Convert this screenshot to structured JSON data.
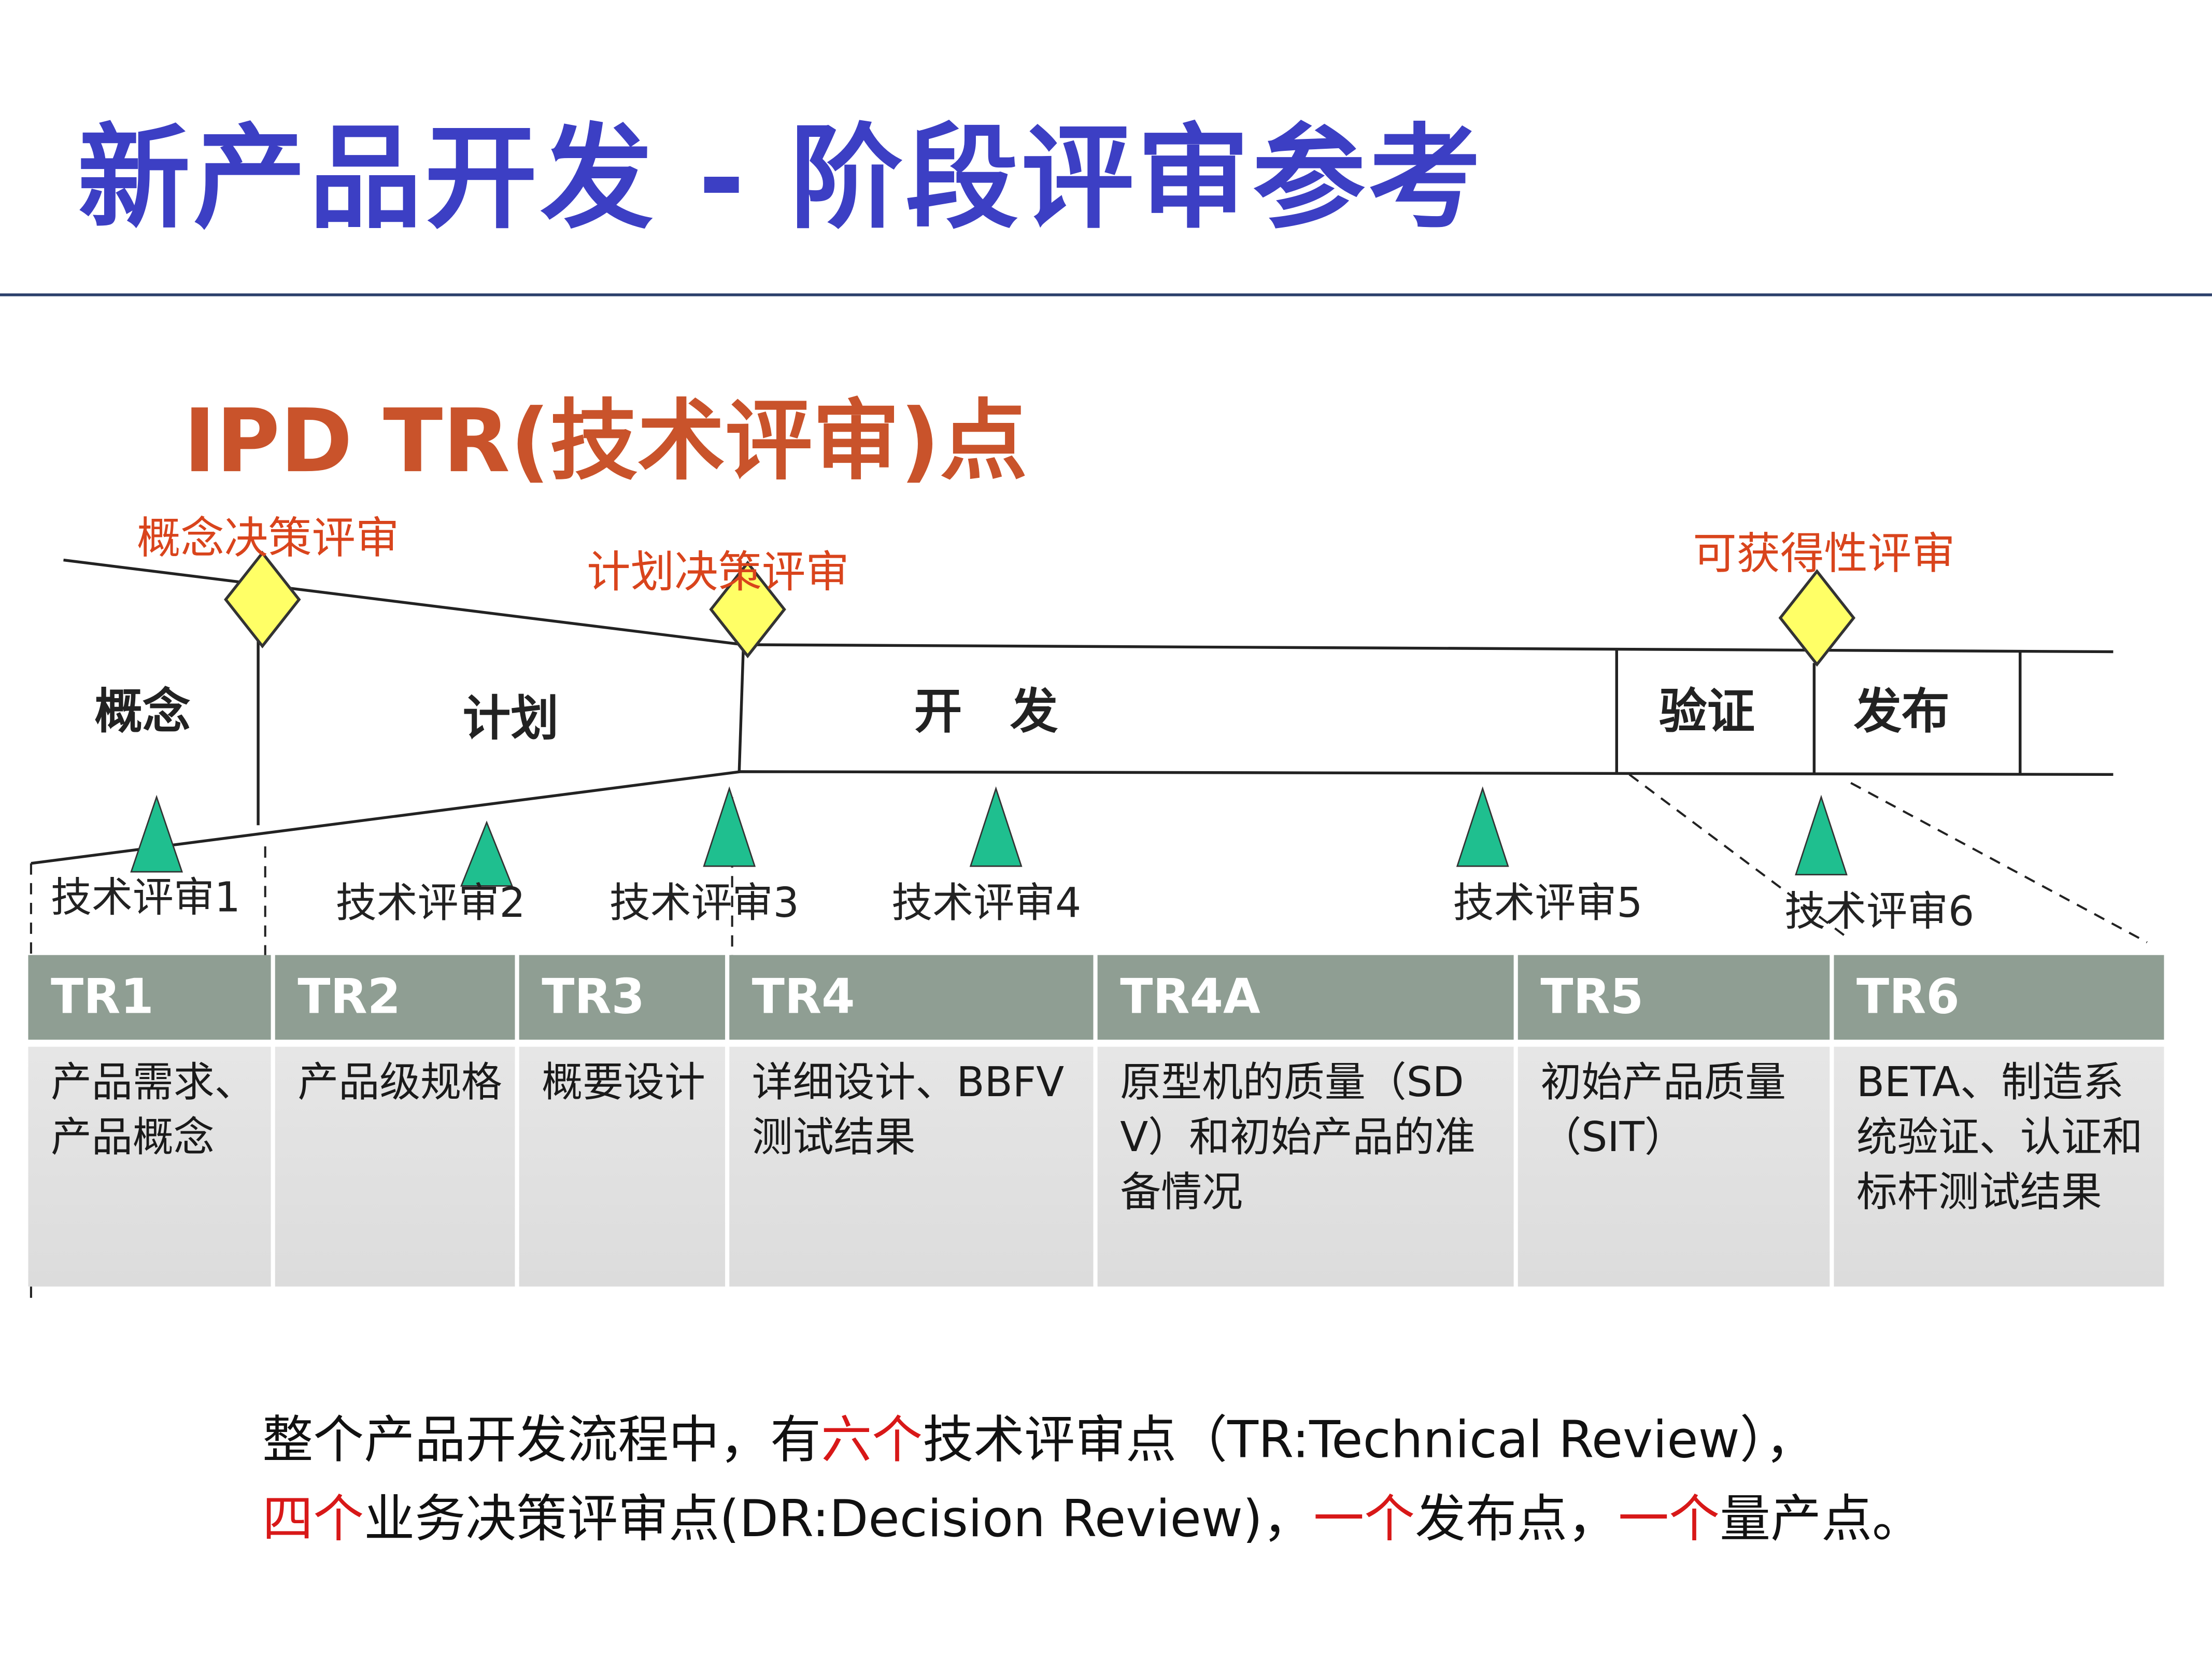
{
  "title": "新产品开发 - 阶段评审参考",
  "subtitle": "IPD  TR(技术评审)点",
  "decision_reviews": [
    "概念决策评审",
    "计划决策评审",
    "可获得性评审"
  ],
  "phases": [
    "概念",
    "计划",
    "开　发",
    "验证",
    "发布"
  ],
  "tech_reviews": [
    "技术评审1",
    "技术评审2",
    "技术评审3",
    "技术评审4",
    "技术评审5",
    "技术评审6"
  ],
  "table": [
    {
      "head": "TR1",
      "body": "产品需求、产品概念"
    },
    {
      "head": "TR2",
      "body": "产品级规格"
    },
    {
      "head": "TR3",
      "body": "概要设计"
    },
    {
      "head": "TR4",
      "body": "详细设计、BBFV测试结果"
    },
    {
      "head": "TR4A",
      "body": "原型机的质量（SDV）和初始产品的准备情况"
    },
    {
      "head": "TR5",
      "body": "初始产品质量（SIT）"
    },
    {
      "head": "TR6",
      "body": "BETA、制造系统验证、认证和标杆测试结果"
    }
  ],
  "footer": {
    "l1a": "整个产品开发流程中，有",
    "l1b": "六个",
    "l1c": "技术评审点（TR:Technical Review），",
    "l2a": "四个",
    "l2b": "业务决策评审点(DR:Decision Review)，",
    "l2c": "一个",
    "l2d": "发布点，",
    "l2e": "一个",
    "l2f": "量产点。"
  },
  "colors": {
    "title": "#3c3fc4",
    "accent": "#c9532b",
    "diamond": "#ffff66",
    "triangle": "#1fbf8f",
    "header": "#8f9e93",
    "highlight": "#d81818"
  }
}
